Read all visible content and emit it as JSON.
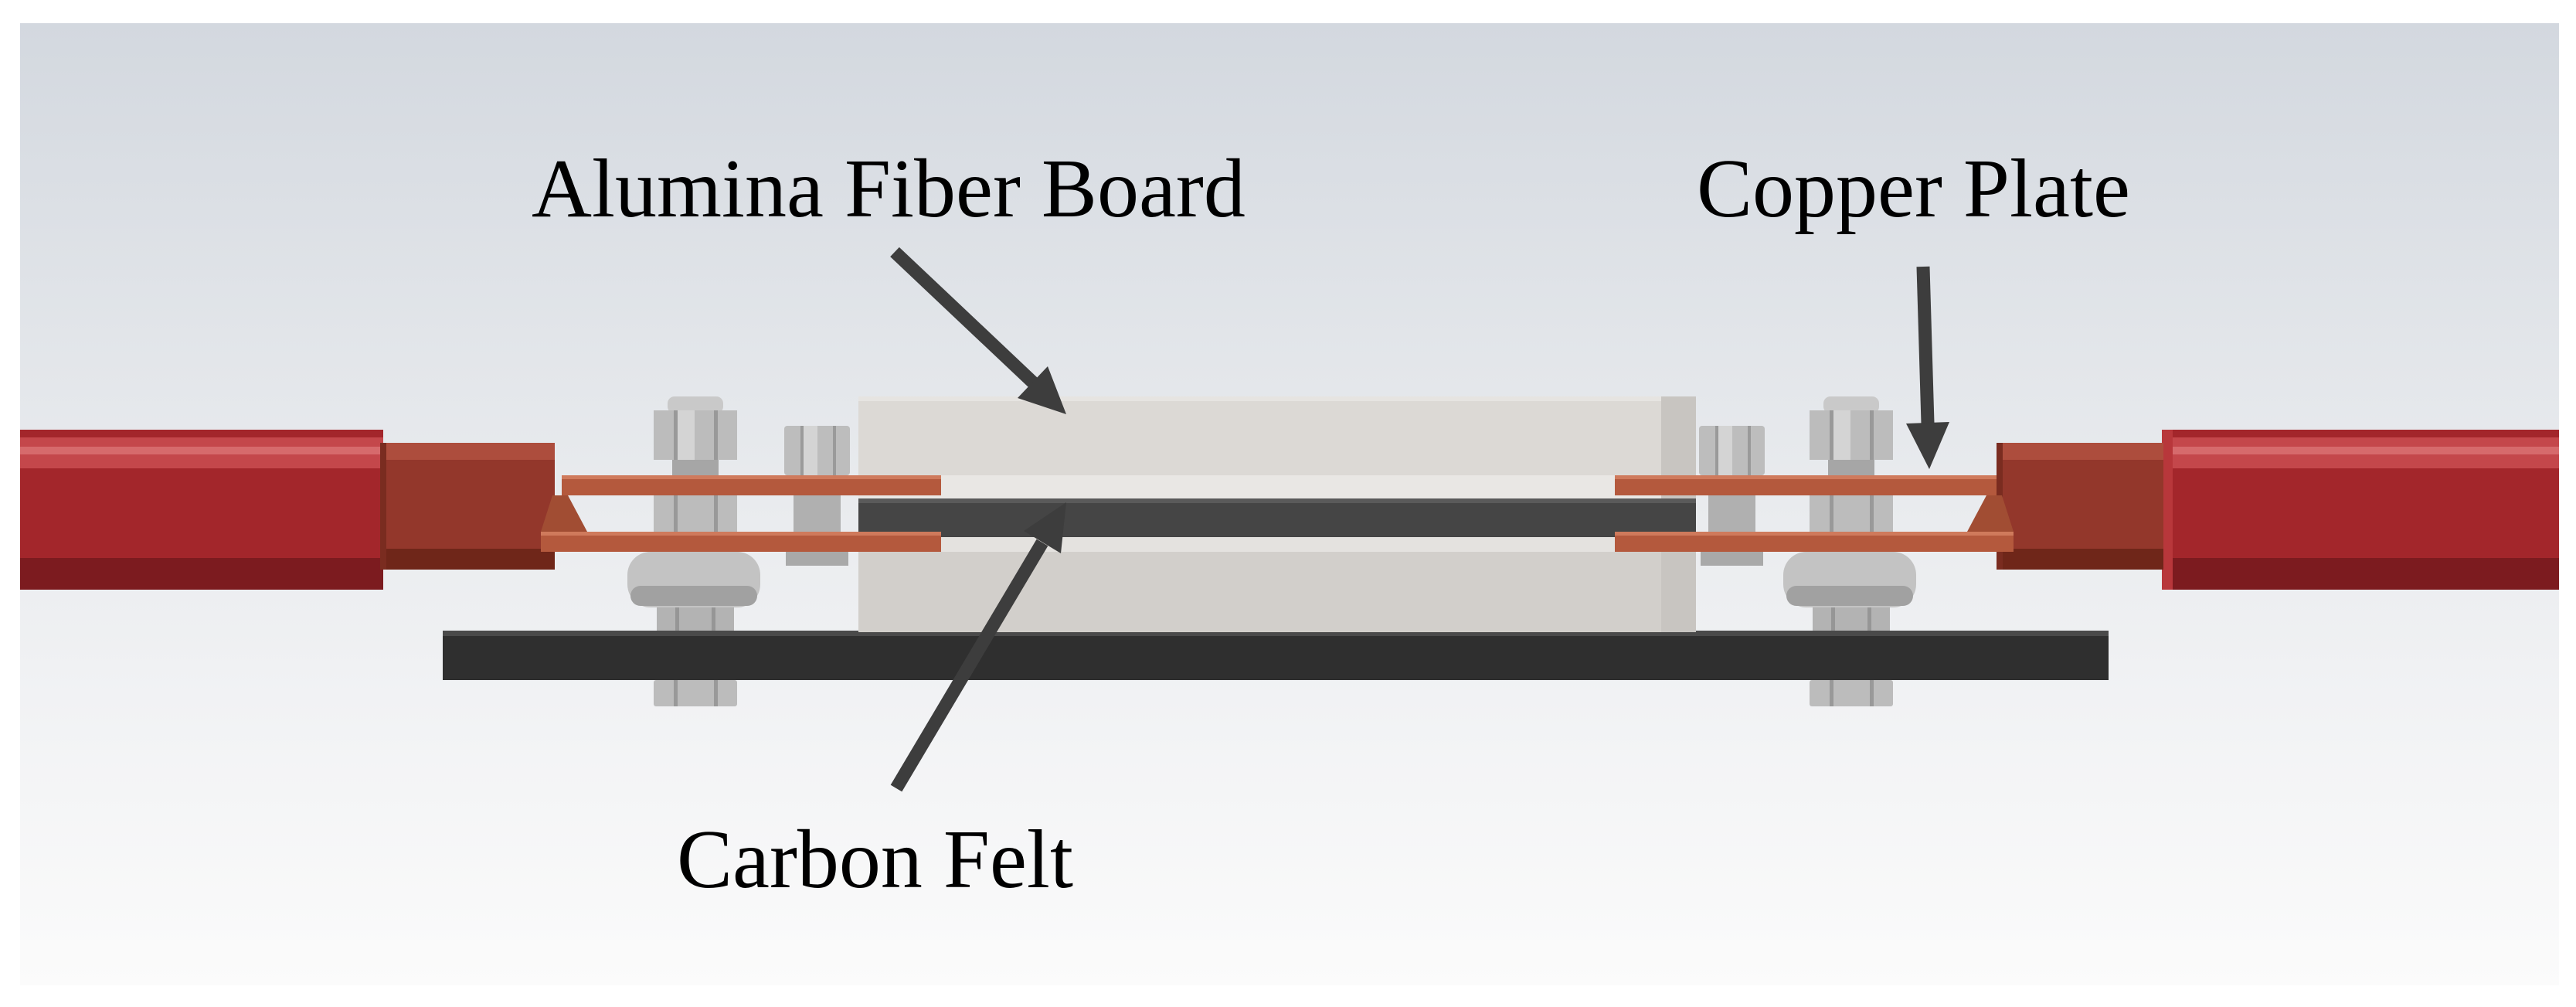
{
  "labels": {
    "alumina_fiber_board": "Alumina Fiber Board",
    "copper_plate": "Copper Plate",
    "carbon_felt": "Carbon Felt"
  }
}
